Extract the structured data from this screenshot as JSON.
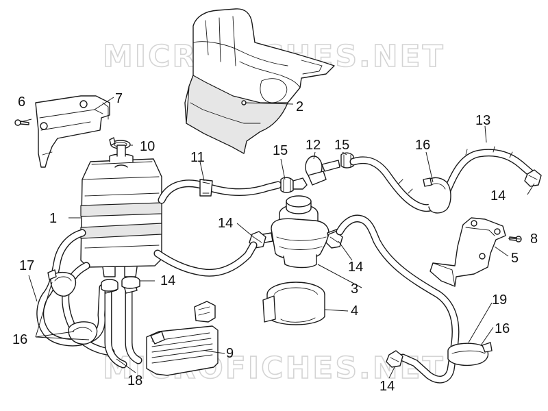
{
  "diagram": {
    "watermark": "MICROFICHES.NET",
    "callouts": [
      {
        "id": "c1",
        "label": "1"
      },
      {
        "id": "c2",
        "label": "2"
      },
      {
        "id": "c3",
        "label": "3"
      },
      {
        "id": "c4",
        "label": "4"
      },
      {
        "id": "c5",
        "label": "5"
      },
      {
        "id": "c6",
        "label": "6"
      },
      {
        "id": "c7",
        "label": "7"
      },
      {
        "id": "c8",
        "label": "8"
      },
      {
        "id": "c9",
        "label": "9"
      },
      {
        "id": "c10",
        "label": "10"
      },
      {
        "id": "c11",
        "label": "11"
      },
      {
        "id": "c12",
        "label": "12"
      },
      {
        "id": "c13",
        "label": "13"
      },
      {
        "id": "c14a",
        "label": "14"
      },
      {
        "id": "c14b",
        "label": "14"
      },
      {
        "id": "c14c",
        "label": "14"
      },
      {
        "id": "c14d",
        "label": "14"
      },
      {
        "id": "c14e",
        "label": "14"
      },
      {
        "id": "c15a",
        "label": "15"
      },
      {
        "id": "c15b",
        "label": "15"
      },
      {
        "id": "c16a",
        "label": "16"
      },
      {
        "id": "c16b",
        "label": "16"
      },
      {
        "id": "c16c",
        "label": "16"
      },
      {
        "id": "c17",
        "label": "17"
      },
      {
        "id": "c18",
        "label": "18"
      },
      {
        "id": "c19",
        "label": "19"
      }
    ]
  }
}
